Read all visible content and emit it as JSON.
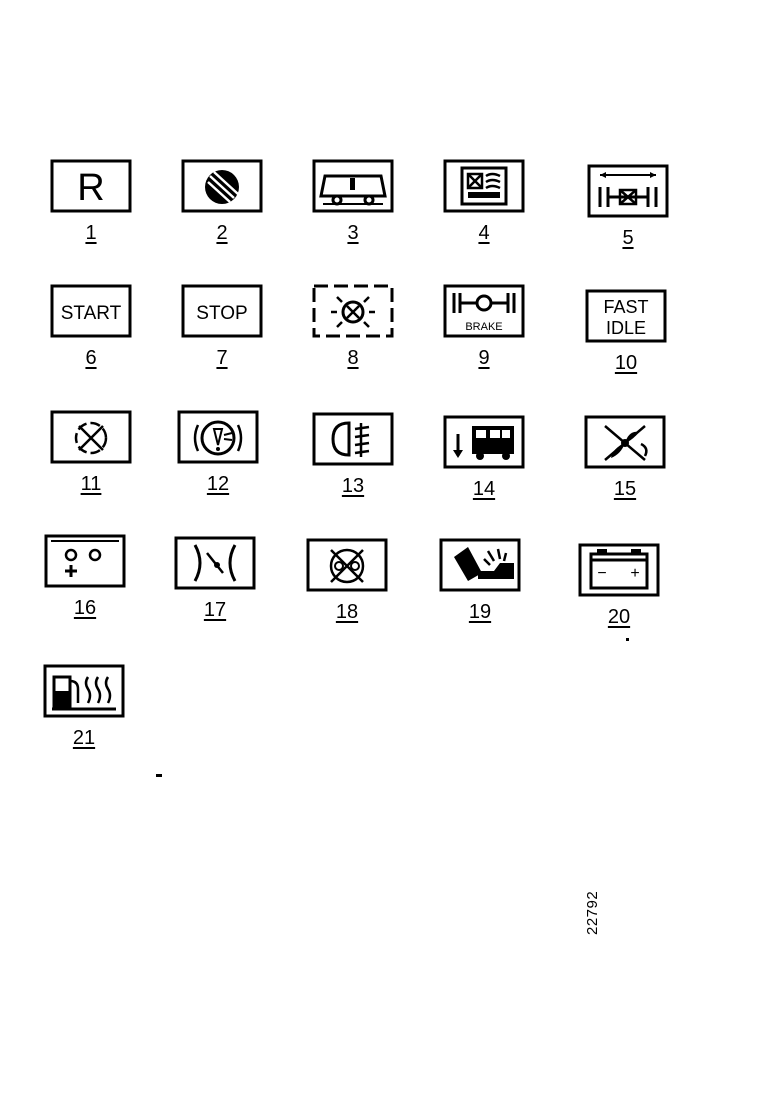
{
  "symbols": [
    {
      "number": "1",
      "text": "R",
      "icon": "reverse-gear-icon"
    },
    {
      "number": "2",
      "text": "",
      "icon": "sealed-beam-icon"
    },
    {
      "number": "3",
      "text": "",
      "icon": "vehicle-warning-icon"
    },
    {
      "number": "4",
      "text": "",
      "icon": "panel-cross-icon"
    },
    {
      "number": "5",
      "text": "",
      "icon": "axle-lock-icon"
    },
    {
      "number": "6",
      "text": "START",
      "icon": "start-label-icon"
    },
    {
      "number": "7",
      "text": "STOP",
      "icon": "stop-label-icon"
    },
    {
      "number": "8",
      "text": "",
      "icon": "warning-light-icon"
    },
    {
      "number": "9",
      "text": "BRAKE",
      "icon": "axle-brake-icon"
    },
    {
      "number": "10",
      "text_line1": "FAST",
      "text_line2": "IDLE",
      "icon": "fast-idle-icon"
    },
    {
      "number": "11",
      "text": "",
      "icon": "crossed-circle-icon"
    },
    {
      "number": "12",
      "text": "",
      "icon": "brake-warning-icon"
    },
    {
      "number": "13",
      "text": "",
      "icon": "fog-light-icon"
    },
    {
      "number": "14",
      "text": "",
      "icon": "bus-kneeling-icon"
    },
    {
      "number": "15",
      "text": "",
      "icon": "crossed-fan-icon"
    },
    {
      "number": "16",
      "text": "",
      "icon": "gauges-icon"
    },
    {
      "number": "17",
      "text": "",
      "icon": "brake-pad-wear-icon"
    },
    {
      "number": "18",
      "text": "",
      "icon": "crossed-wheels-icon"
    },
    {
      "number": "19",
      "text": "",
      "icon": "wiper-wash-icon"
    },
    {
      "number": "20",
      "text_minus": "−",
      "text_plus": "+",
      "icon": "battery-icon"
    },
    {
      "number": "21",
      "text": "",
      "icon": "fuel-heater-icon"
    }
  ],
  "figure_ref": "22792"
}
